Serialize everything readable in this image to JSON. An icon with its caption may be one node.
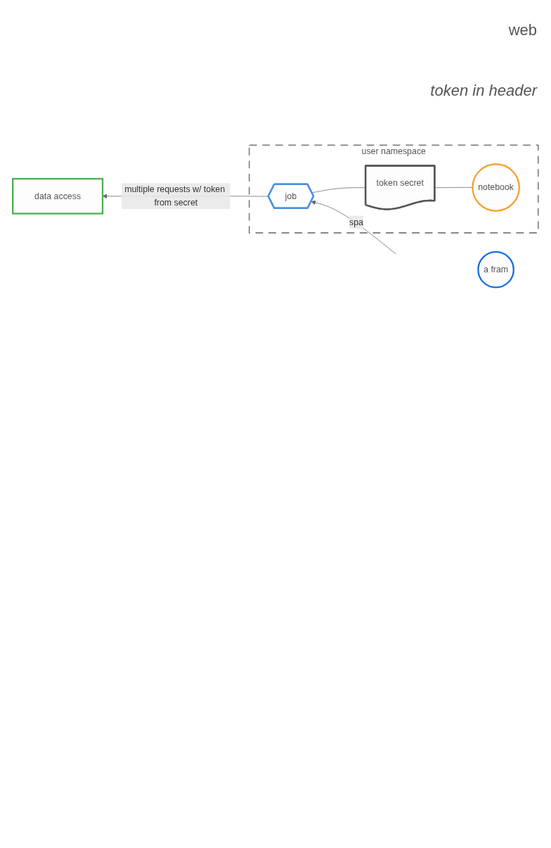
{
  "diagram": {
    "nodes": [
      {
        "text": [
          "user namespace"
        ]
      },
      {
        "text": [
          "notebook"
        ],
        "in": 0
      },
      {
        "text": [
          "token secret"
        ],
        "in": 0
      },
      {
        "text": [
          "job"
        ],
        "in": 0
      },
      {
        "text": [
          "data access"
        ]
      },
      {
        "text": [
          "a fram"
        ]
      }
    ],
    "edges": [
      {
        "from": 1,
        "to": 2,
        "arrow": "none"
      },
      {
        "from": 2,
        "to": 3,
        "arrow": "none"
      },
      {
        "from": 3,
        "to": 4,
        "arrow": "to",
        "label": "multiple requests w/ token from secret"
      },
      {
        "from": null,
        "to": 3,
        "arrow": "to",
        "label": "spa"
      }
    ],
    "labels": [
      "web",
      "token in header"
    ]
  }
}
